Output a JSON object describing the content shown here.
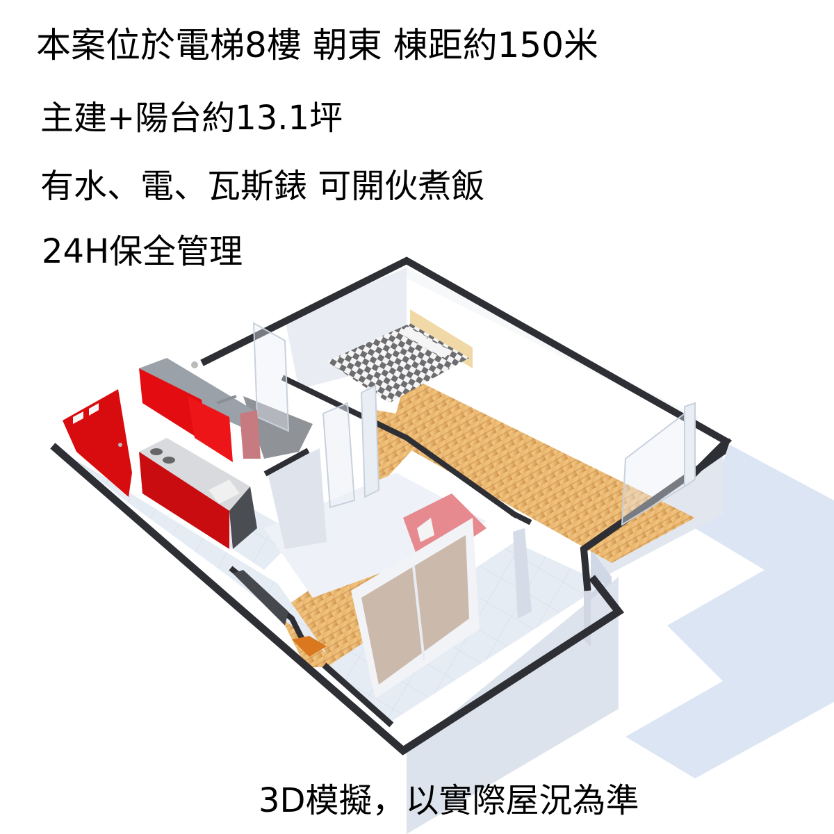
{
  "listing": {
    "lines": [
      "本案位於電梯8樓 朝東  棟距約150米",
      "主建+陽台約13.1坪",
      "有水、電、瓦斯錶 可開伙煮飯",
      "24H保全管理"
    ],
    "disclaimer": "3D模擬，以實際屋況為準"
  },
  "floor_plan": {
    "type": "3D isometric floor plan render",
    "rooms": [
      "entrance",
      "kitchen",
      "bathroom",
      "bedroom",
      "living-room",
      "balcony"
    ],
    "furniture": [
      "red-front-door",
      "red-kitchen-cabinets",
      "gas-stove",
      "sink",
      "checkered-bed",
      "pink-sofa",
      "sliding-glass-doors",
      "tv-cabinet"
    ],
    "colors": {
      "wall_top": "#2e2f35",
      "wall_side": "#dfe3ea",
      "wood_floor": "#d9a05a",
      "tile_floor": "#e7edf5",
      "bathroom_floor": "#8e9196",
      "accent_red": "#e00d10",
      "sofa_pink": "#e68a8f",
      "shadow": "#c9d6ea"
    }
  }
}
